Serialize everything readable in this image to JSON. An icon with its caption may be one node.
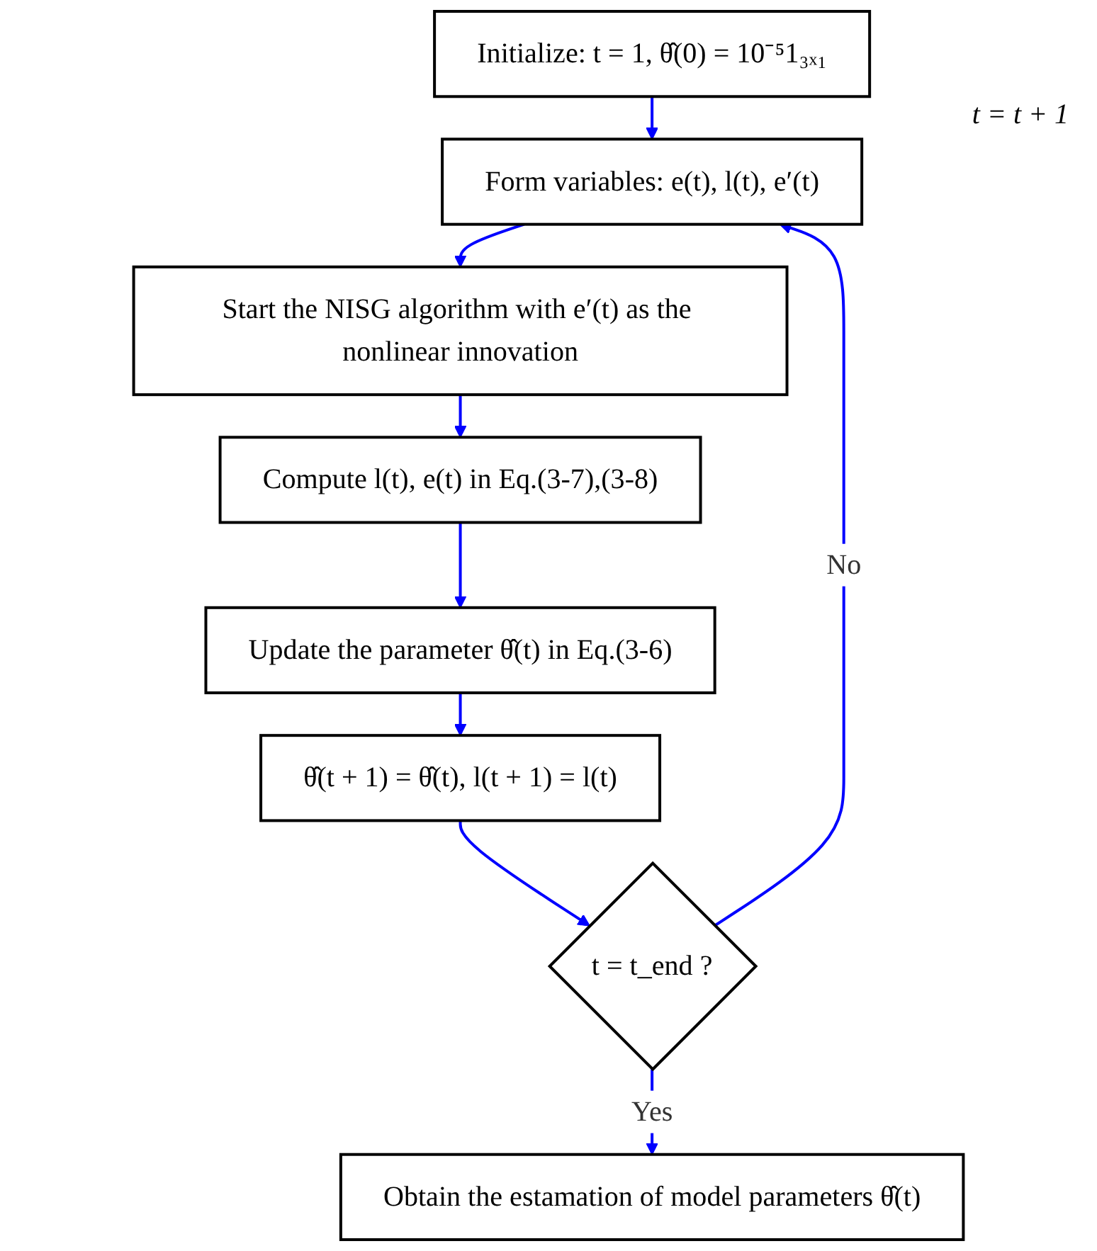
{
  "diagram": {
    "nodes": [
      {
        "text": [
          "Initialize: t = 1, θ̂(0) = 10⁻⁵1₃ₓ₁"
        ]
      },
      {
        "text": [
          "Form variables: e(t), l(t), e′(t)"
        ]
      },
      {
        "text": [
          "Start the NISG algorithm with e′(t) as the nonlinear innovation"
        ]
      },
      {
        "text": [
          "Compute l(t), e(t) in Eq.(3-7),(3-8)"
        ]
      },
      {
        "text": [
          "Update the parameter θ̂(t) in Eq.(3-6)"
        ]
      },
      {
        "text": [
          "θ̂(t + 1) = θ̂(t), l(t + 1) = l(t)"
        ]
      },
      {
        "text": [
          "t = t_end ?"
        ]
      },
      {
        "text": [
          "Obtain the estamation of model parameters θ̂(t)"
        ]
      }
    ],
    "edges": [
      {
        "from": 0,
        "to": 1,
        "arrow": "to"
      },
      {
        "from": 1,
        "to": 2,
        "arrow": "to"
      },
      {
        "from": 2,
        "to": 3,
        "arrow": "to"
      },
      {
        "from": 3,
        "to": 4,
        "arrow": "to"
      },
      {
        "from": 4,
        "to": 5,
        "arrow": "to"
      },
      {
        "from": 5,
        "to": 6,
        "arrow": "to"
      },
      {
        "from": 6,
        "to": 7,
        "label": "Yes",
        "arrow": "to"
      },
      {
        "from": 6,
        "to": 1,
        "label": "No",
        "arrow": "to"
      }
    ],
    "labels": [
      "t = t + 1"
    ]
  }
}
